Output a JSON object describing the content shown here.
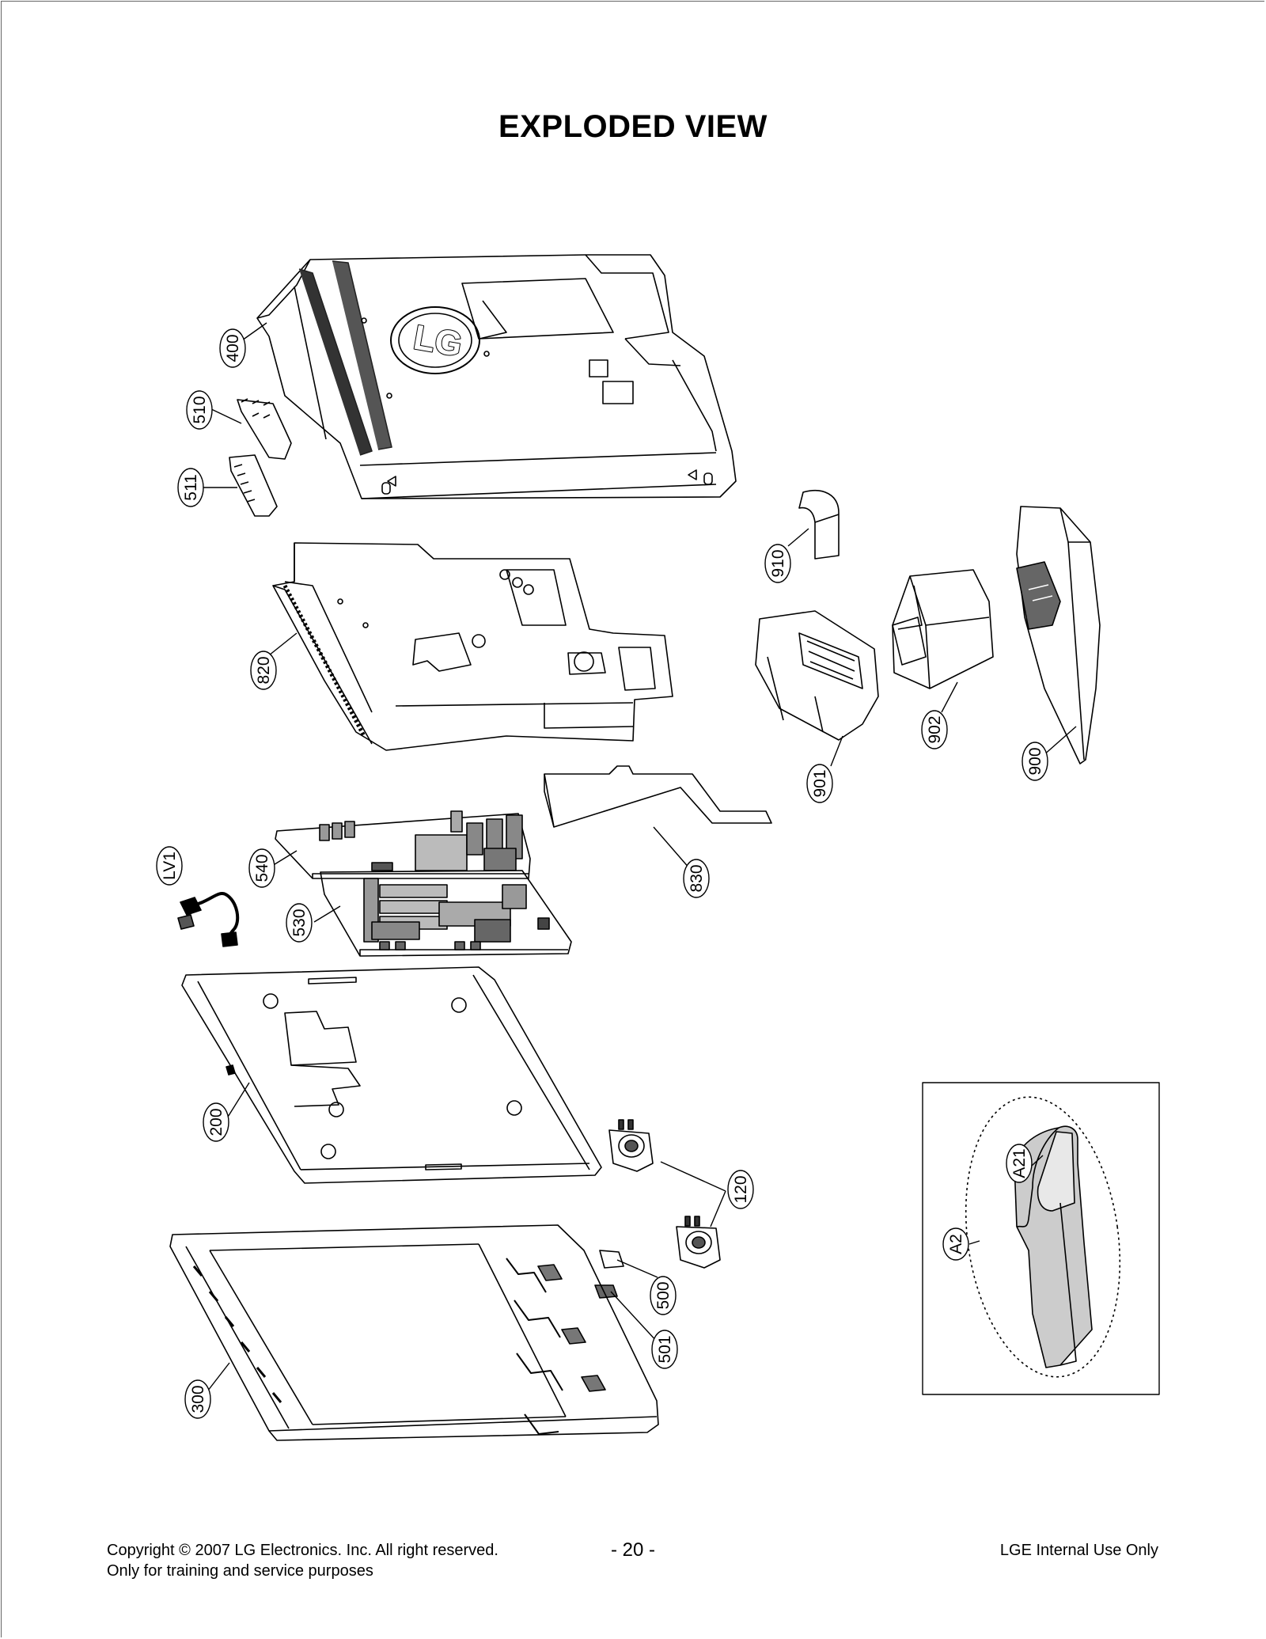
{
  "page": {
    "title": "EXPLODED VIEW"
  },
  "callouts": [
    {
      "id": "400",
      "label": "400"
    },
    {
      "id": "510",
      "label": "510"
    },
    {
      "id": "511",
      "label": "511"
    },
    {
      "id": "820",
      "label": "820"
    },
    {
      "id": "910",
      "label": "910"
    },
    {
      "id": "902",
      "label": "902"
    },
    {
      "id": "901",
      "label": "901"
    },
    {
      "id": "900",
      "label": "900"
    },
    {
      "id": "540",
      "label": "540"
    },
    {
      "id": "830",
      "label": "830"
    },
    {
      "id": "LV1",
      "label": "LV1"
    },
    {
      "id": "530",
      "label": "530"
    },
    {
      "id": "200",
      "label": "200"
    },
    {
      "id": "120",
      "label": "120"
    },
    {
      "id": "500",
      "label": "500"
    },
    {
      "id": "501",
      "label": "501"
    },
    {
      "id": "300",
      "label": "300"
    },
    {
      "id": "A21",
      "label": "A21"
    },
    {
      "id": "A2",
      "label": "A2"
    }
  ],
  "back_cover_logo": "LG",
  "footer": {
    "copyright": "Copyright © 2007 LG Electronics. Inc. All right reserved.",
    "purpose": "Only for training and service purposes",
    "page_number": "- 20 -",
    "classification": "LGE Internal Use Only"
  }
}
